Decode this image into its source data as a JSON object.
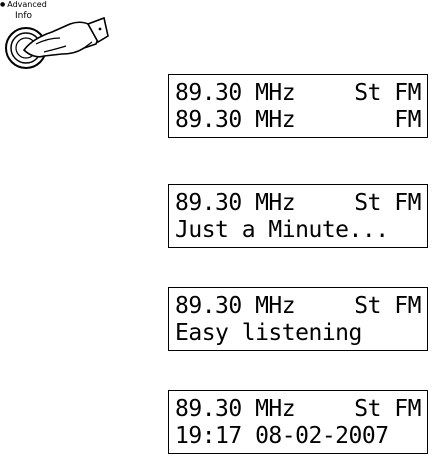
{
  "button": {
    "caption_top": "Advanced",
    "caption_label": "Info",
    "icon": "hand-press-button-icon"
  },
  "displays": [
    {
      "line1_left": "89.30 MHz",
      "line1_right": "St FM",
      "line2_left": "89.30 MHz",
      "line2_right": "FM"
    },
    {
      "line1_left": "89.30 MHz",
      "line1_right": "St FM",
      "line2_left": "Just a Minute...",
      "line2_right": ""
    },
    {
      "line1_left": "89.30 MHz",
      "line1_right": "St FM",
      "line2_left": "Easy listening",
      "line2_right": ""
    },
    {
      "line1_left": "89.30 MHz",
      "line1_right": "St FM",
      "line2_left": "19:17 08-02-2007",
      "line2_right": ""
    }
  ]
}
